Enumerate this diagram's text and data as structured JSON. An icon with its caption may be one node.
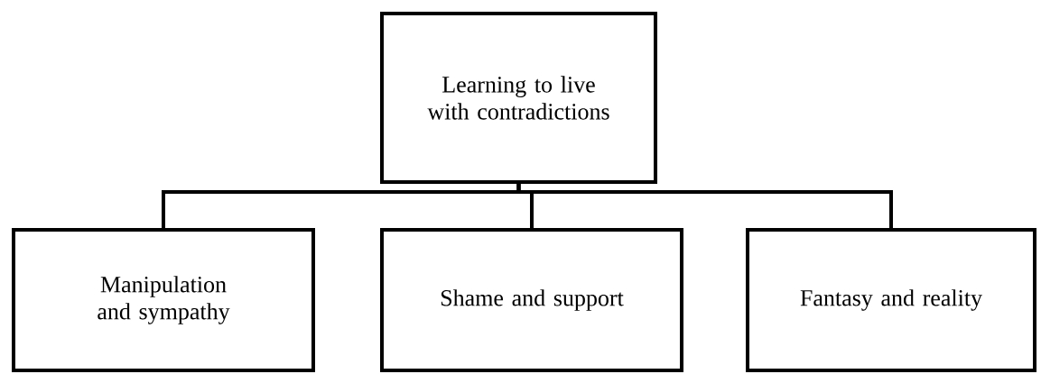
{
  "diagram": {
    "nodes": [
      {
        "text": [
          "Learning to live with contradictions"
        ]
      },
      {
        "text": [
          "Manipulation and sympathy"
        ]
      },
      {
        "text": [
          "Shame and support"
        ]
      },
      {
        "text": [
          "Fantasy and reality"
        ]
      }
    ],
    "edges": [
      {
        "from": 0,
        "to": 1,
        "arrow": "none"
      },
      {
        "from": 0,
        "to": 2,
        "arrow": "none"
      },
      {
        "from": 0,
        "to": 3,
        "arrow": "none"
      }
    ]
  }
}
